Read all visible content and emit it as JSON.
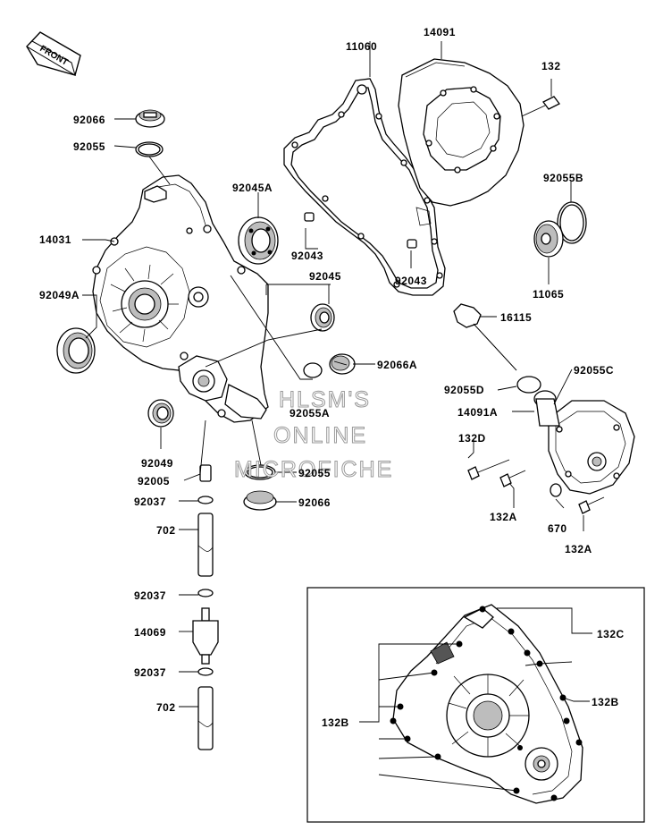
{
  "front_arrow": {
    "text": "FRONT"
  },
  "labels": {
    "p14091": "14091",
    "p11060": "11060",
    "p132": "132",
    "p92066": "92066",
    "p92055": "92055",
    "p92045A": "92045A",
    "p14031": "14031",
    "p92043_a": "92043",
    "p92043_b": "92043",
    "p92055B": "92055B",
    "p92045": "92045",
    "p11065": "11065",
    "p92049A": "92049A",
    "p16115": "16115",
    "p92066A": "92066A",
    "p92055C": "92055C",
    "p92055D": "92055D",
    "p92055A": "92055A",
    "p14091A": "14091A",
    "p132D": "132D",
    "p92049": "92049",
    "p92055_b": "92055",
    "p92005": "92005",
    "p92037_a": "92037",
    "p92066_b": "92066",
    "p132A_a": "132A",
    "p670": "670",
    "p132A_b": "132A",
    "p702_a": "702",
    "p92037_b": "92037",
    "p132C": "132C",
    "p14069": "14069",
    "p92037_c": "92037",
    "p132B_a": "132B",
    "p132B_b": "132B",
    "p702_b": "702"
  },
  "watermark": [
    "HLSM'S",
    "ONLINE",
    "MICROFICHE"
  ]
}
